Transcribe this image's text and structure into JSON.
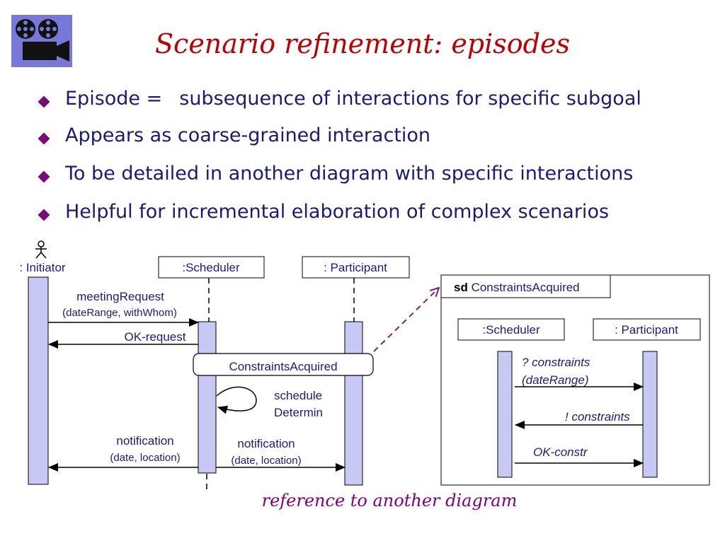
{
  "title": "Scenario refinement:  episodes",
  "bullets": [
    {
      "a": "Episode =",
      "b": "subsequence of interactions for specific subgoal"
    },
    {
      "a": "Appears as coarse-grained interaction",
      "b": ""
    },
    {
      "a": "To be detailed in another diagram with specific interactions",
      "b": ""
    },
    {
      "a": "Helpful for incremental elaboration of complex scenarios",
      "b": ""
    }
  ],
  "main_diagram": {
    "actor": ": Initiator",
    "scheduler": ":Scheduler",
    "participant": ": Participant",
    "msg_meeting": "meetingRequest",
    "msg_meeting_args": "(dateRange, withWhom)",
    "msg_ok": "OK-request",
    "episode": "ConstraintsAcquired",
    "self_line1": "schedule",
    "self_line2": "Determin",
    "notif_left": "notification",
    "notif_left_args": "(date, location)",
    "notif_right": "notification",
    "notif_right_args": "(date, location)"
  },
  "sub_diagram": {
    "keyword": "sd",
    "name": " ConstraintsAcquired",
    "scheduler": ":Scheduler",
    "participant": ": Participant",
    "msg1_line1": "? constraints",
    "msg1_line2": "(dateRange)",
    "msg2": "! constraints",
    "msg3": "OK-constr"
  },
  "caption": "reference to another diagram",
  "colors": {
    "title": "#c00000",
    "bullet_text": "#1a1a7a",
    "bullet_mark": "#7a0a7a",
    "lifeline_fill": "#c8c8f4",
    "caption": "#800080"
  }
}
